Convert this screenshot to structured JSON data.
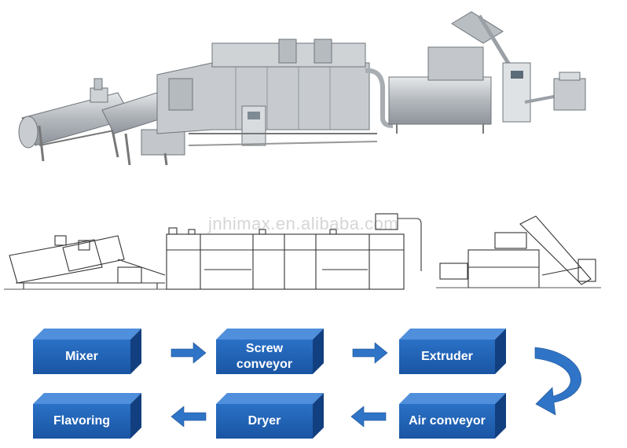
{
  "watermark": "jnhimax.en.alibaba.com",
  "flow": {
    "steps": [
      {
        "id": "mixer",
        "label": "Mixer"
      },
      {
        "id": "screw-conveyor",
        "label": "Screw\nconveyor"
      },
      {
        "id": "extruder",
        "label": "Extruder"
      },
      {
        "id": "air-conveyor",
        "label": "Air conveyor"
      },
      {
        "id": "dryer",
        "label": "Dryer"
      },
      {
        "id": "flavoring",
        "label": "Flavoring"
      }
    ],
    "colors": {
      "box_front": "#1f62b5",
      "box_top": "#4f8fdc",
      "box_side": "#123f7f",
      "arrow": "#2f74c6"
    }
  },
  "machine_colors": {
    "steel": "#b9bec3",
    "steel_dark": "#868c92",
    "steel_light": "#dfe2e5",
    "line_drawing": "#333333"
  }
}
